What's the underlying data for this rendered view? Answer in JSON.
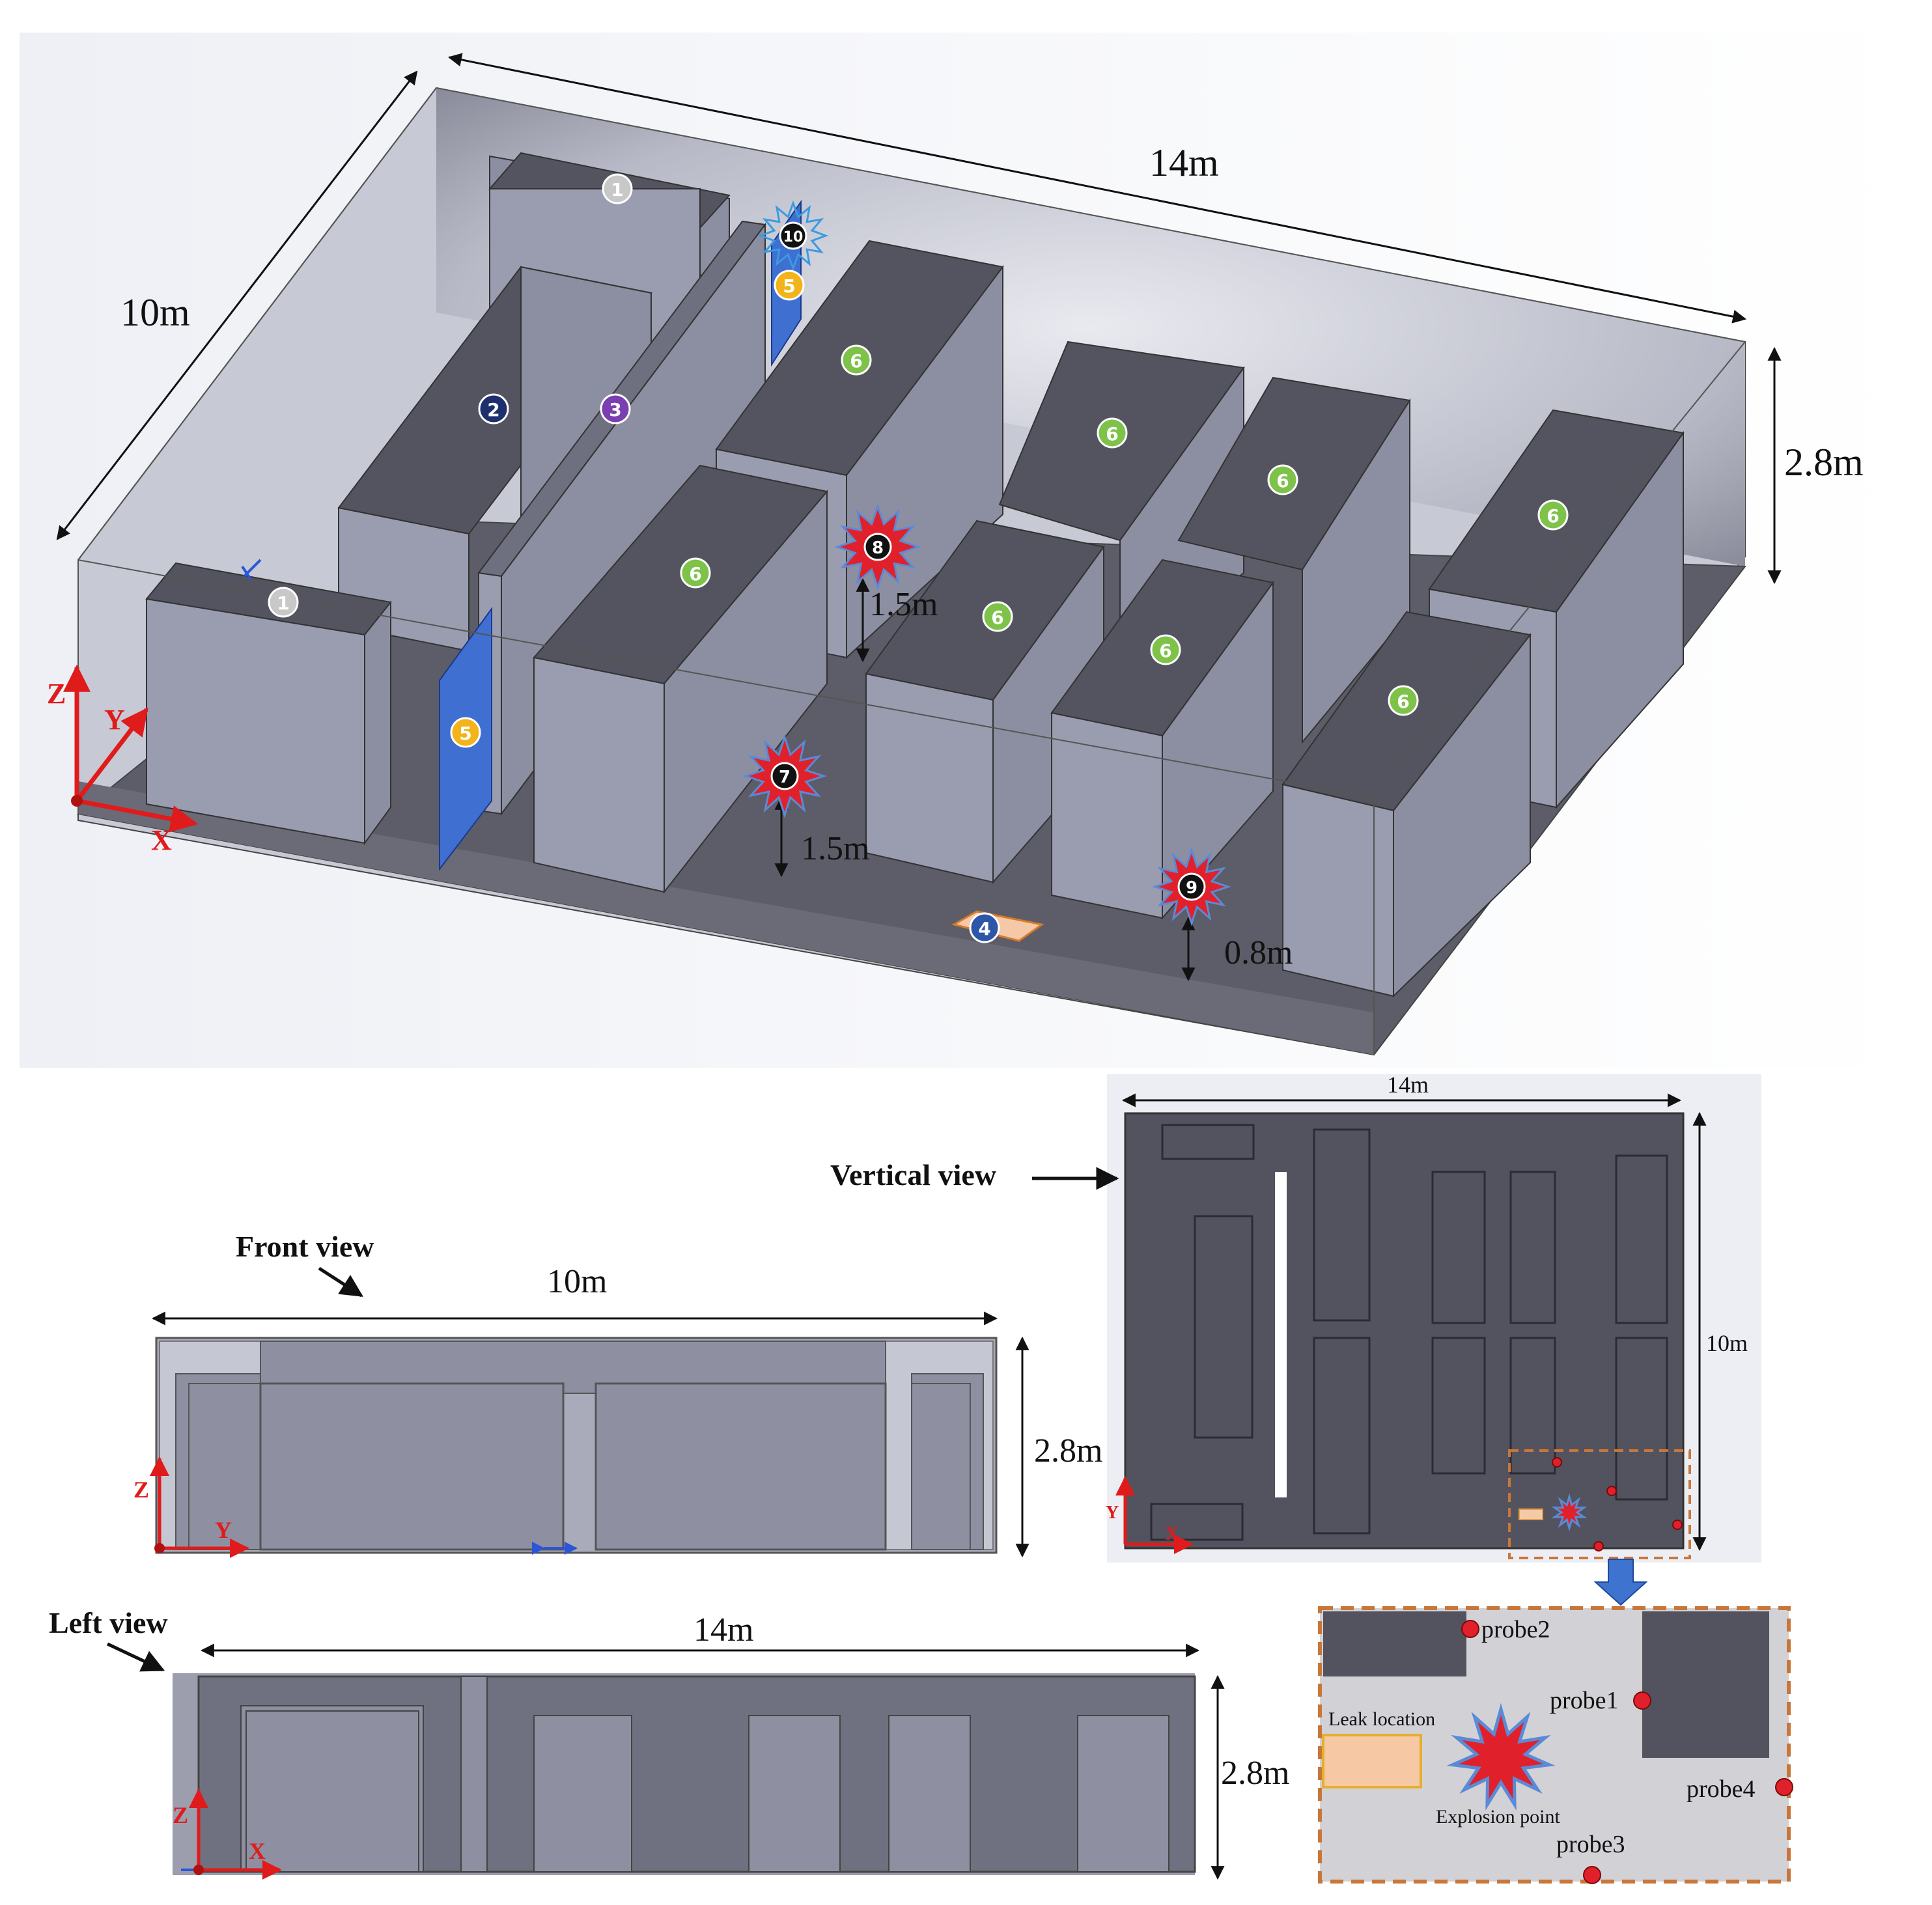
{
  "iso": {
    "dims": {
      "length": "14m",
      "width": "10m",
      "height": "2.8m"
    },
    "heights": {
      "h7": "1.5m",
      "h8": "1.5m",
      "h9": "0.8m"
    },
    "axes": {
      "x": "X",
      "y": "Y",
      "z": "Z"
    },
    "markers": {
      "m1": "1",
      "m2": "2",
      "m3": "3",
      "m4": "4",
      "m5": "5",
      "m6": "6",
      "m7": "7",
      "m8": "8",
      "m9": "9",
      "m10": "10"
    }
  },
  "front": {
    "title": "Front view",
    "width": "10m",
    "height": "2.8m",
    "axis_z": "Z",
    "axis_y": "Y"
  },
  "left": {
    "title": "Left view",
    "length": "14m",
    "height": "2.8m",
    "axis_z": "Z",
    "axis_x": "X"
  },
  "vertical": {
    "title": "Vertical view",
    "length": "14m",
    "width": "10m",
    "axis_y": "Y",
    "axis_x": "X"
  },
  "detail": {
    "probe1": "probe1",
    "probe2": "probe2",
    "probe3": "probe3",
    "probe4": "probe4",
    "leak": "Leak location",
    "explosion": "Explosion point"
  },
  "colors": {
    "room": "#8e90a2",
    "box_side": "#8c8fa1",
    "box_front": "#9a9db0",
    "box_top": "#53545f",
    "floor": "#5b5c67",
    "panel": "#3f6fd0",
    "explosion": "#e0212b",
    "detail_border": "#c8773a"
  }
}
